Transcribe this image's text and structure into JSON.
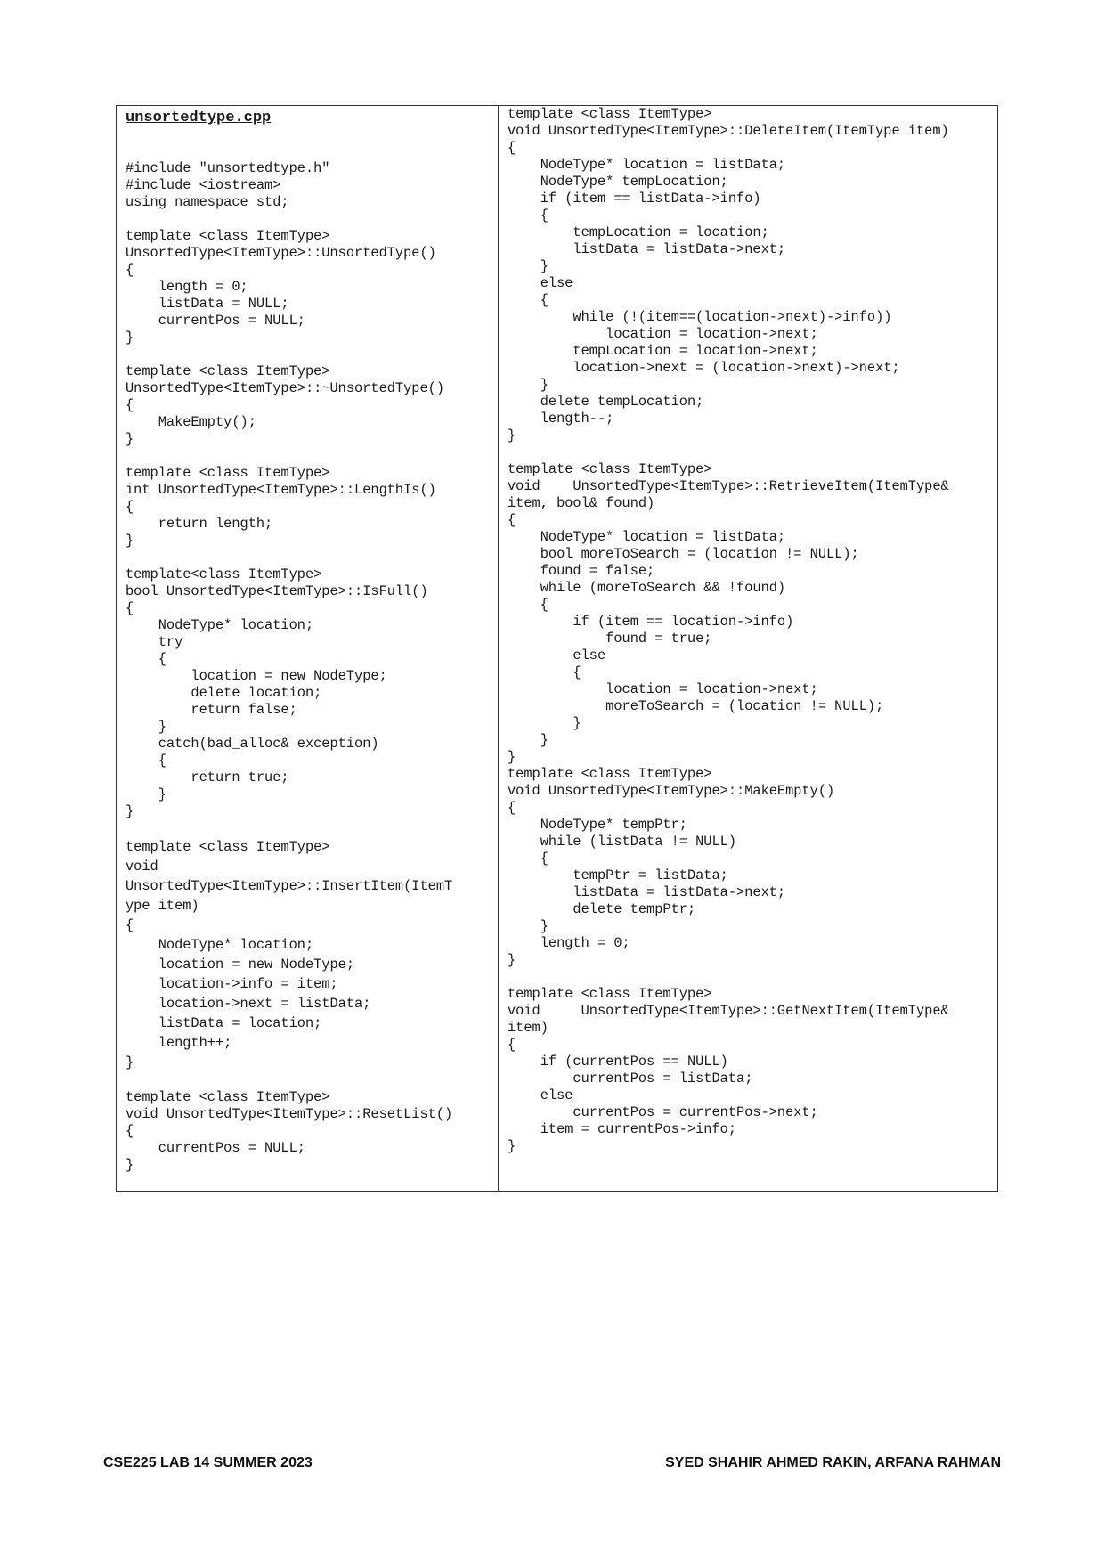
{
  "document": {
    "file_title": "unsortedtype.cpp",
    "left_column": {
      "includes": "#include \"unsortedtype.h\"\n#include <iostream>\nusing namespace std;",
      "constructor": "template <class ItemType>\nUnsortedType<ItemType>::UnsortedType()\n{\n    length = 0;\n    listData = NULL;\n    currentPos = NULL;\n}",
      "destructor": "template <class ItemType>\nUnsortedType<ItemType>::~UnsortedType()\n{\n    MakeEmpty();\n}",
      "length_is": "template <class ItemType>\nint UnsortedType<ItemType>::LengthIs()\n{\n    return length;\n}",
      "is_full": "template<class ItemType>\nbool UnsortedType<ItemType>::IsFull()\n{\n    NodeType* location;\n    try\n    {\n        location = new NodeType;\n        delete location;\n        return false;\n    }\n    catch(bad_alloc& exception)\n    {\n        return true;\n    }\n}",
      "insert_item": "template <class ItemType>\nvoid\nUnsortedType<ItemType>::InsertItem(ItemT\nype item)\n{\n    NodeType* location;\n    location = new NodeType;\n    location->info = item;\n    location->next = listData;\n    listData = location;\n    length++;\n}",
      "reset_list": "template <class ItemType>\nvoid UnsortedType<ItemType>::ResetList()\n{\n    currentPos = NULL;\n}"
    },
    "right_column": {
      "delete_item": "template <class ItemType>\nvoid UnsortedType<ItemType>::DeleteItem(ItemType item)\n{\n    NodeType* location = listData;\n    NodeType* tempLocation;\n    if (item == listData->info)\n    {\n        tempLocation = location;\n        listData = listData->next;\n    }\n    else\n    {\n        while (!(item==(location->next)->info))\n            location = location->next;\n        tempLocation = location->next;\n        location->next = (location->next)->next;\n    }\n    delete tempLocation;\n    length--;\n}",
      "retrieve_item": "template <class ItemType>\nvoid    UnsortedType<ItemType>::RetrieveItem(ItemType&\nitem, bool& found)\n{\n    NodeType* location = listData;\n    bool moreToSearch = (location != NULL);\n    found = false;\n    while (moreToSearch && !found)\n    {\n        if (item == location->info)\n            found = true;\n        else\n        {\n            location = location->next;\n            moreToSearch = (location != NULL);\n        }\n    }\n}",
      "make_empty": "template <class ItemType>\nvoid UnsortedType<ItemType>::MakeEmpty()\n{\n    NodeType* tempPtr;\n    while (listData != NULL)\n    {\n        tempPtr = listData;\n        listData = listData->next;\n        delete tempPtr;\n    }\n    length = 0;\n}",
      "get_next_item": "template <class ItemType>\nvoid     UnsortedType<ItemType>::GetNextItem(ItemType&\nitem)\n{\n    if (currentPos == NULL)\n        currentPos = listData;\n    else\n        currentPos = currentPos->next;\n    item = currentPos->info;\n}"
    }
  },
  "footer": {
    "left": "CSE225 LAB 14 SUMMER 2023",
    "right": "SYED SHAHIR AHMED RAKIN, ARFANA RAHMAN"
  }
}
